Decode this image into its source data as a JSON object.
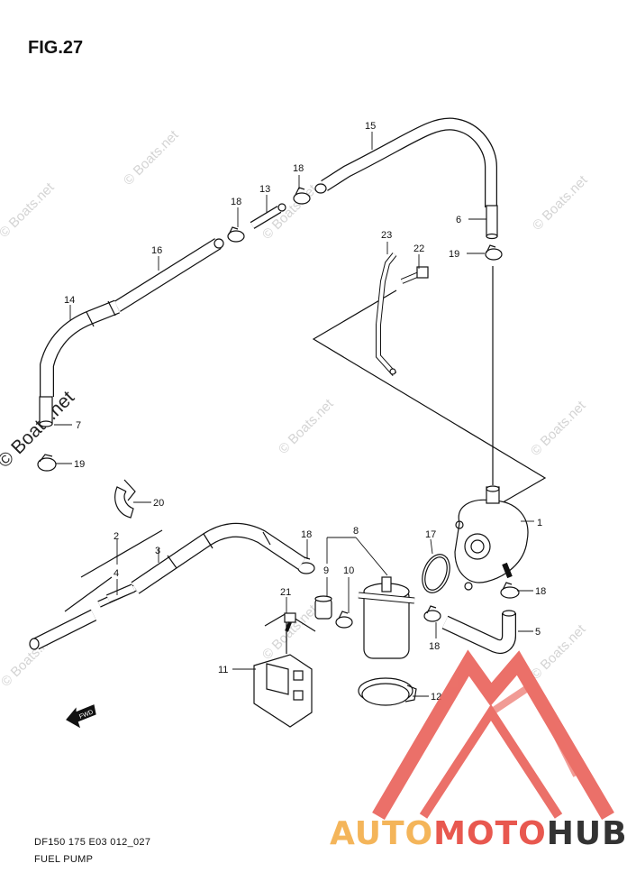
{
  "figure": {
    "title": "FIG.27",
    "caption_line1": "DF150 175 E03 012_027",
    "caption_line2": "FUEL PUMP"
  },
  "watermark": "© Boats.net",
  "brand": {
    "part1": "AUTO",
    "part2": "MOTO",
    "part3": "HUB"
  },
  "callouts": {
    "c1": "1",
    "c2": "2",
    "c3": "3",
    "c4": "4",
    "c5": "5",
    "c6": "6",
    "c7": "7",
    "c8": "8",
    "c9": "9",
    "c10": "10",
    "c11": "11",
    "c12": "12",
    "c13": "13",
    "c14": "14",
    "c15": "15",
    "c16": "16",
    "c17": "17",
    "c18a": "18",
    "c18b": "18",
    "c18c": "18",
    "c18d": "18",
    "c18e": "18",
    "c19a": "19",
    "c19b": "19",
    "c20": "20",
    "c21": "21",
    "c22": "22",
    "c23": "23"
  },
  "fwd_label": "FWD",
  "colors": {
    "line": "#111111",
    "logo_red": "#e8584f",
    "logo_orange": "#f4b55a",
    "watermark": "#d4d4d4"
  }
}
